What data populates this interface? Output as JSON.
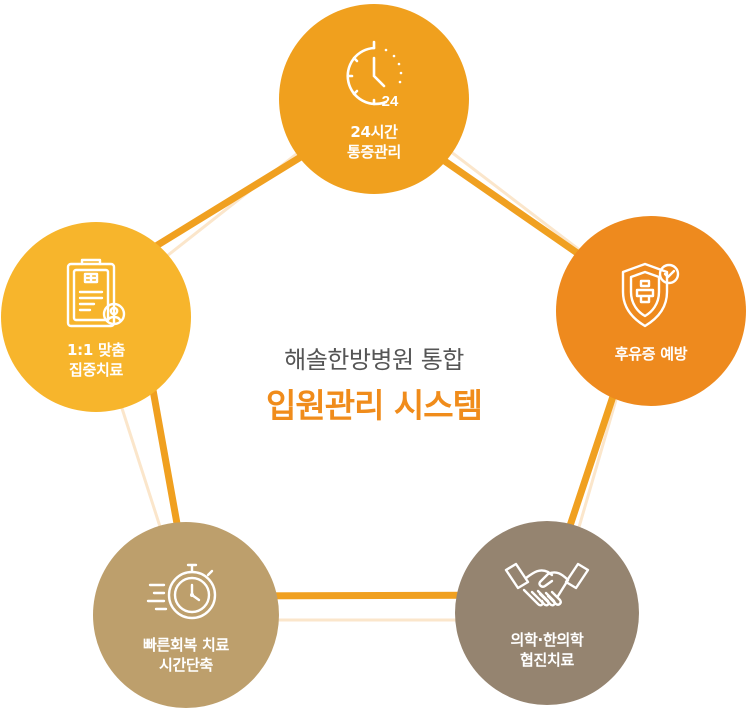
{
  "center": {
    "subtitle": "해솔한방병원 통합",
    "title": "입원관리 시스템"
  },
  "nodes": {
    "top": {
      "line1": "24시간",
      "line2": "통증관리",
      "icon": "clock-24-icon",
      "color": "#f0a01e"
    },
    "right": {
      "line1": "후유증 예방",
      "icon": "shield-cross-icon",
      "color": "#ee8a1e"
    },
    "left": {
      "line1": "1:1 맞춤",
      "line2": "집중치료",
      "icon": "clipboard-medical-icon",
      "color": "#f7b52c"
    },
    "bottom_left": {
      "line1": "빠른회복 치료",
      "line2": "시간단축",
      "icon": "stopwatch-icon",
      "color": "#bd9f6c"
    },
    "bottom_right": {
      "line1": "의학·한의학",
      "line2": "협진치료",
      "icon": "handshake-icon",
      "color": "#958470"
    }
  },
  "icon_text": {
    "clock_number": "24"
  },
  "colors": {
    "outer_ring": "#fbe3c2",
    "inner_ring": "#f0a020"
  }
}
